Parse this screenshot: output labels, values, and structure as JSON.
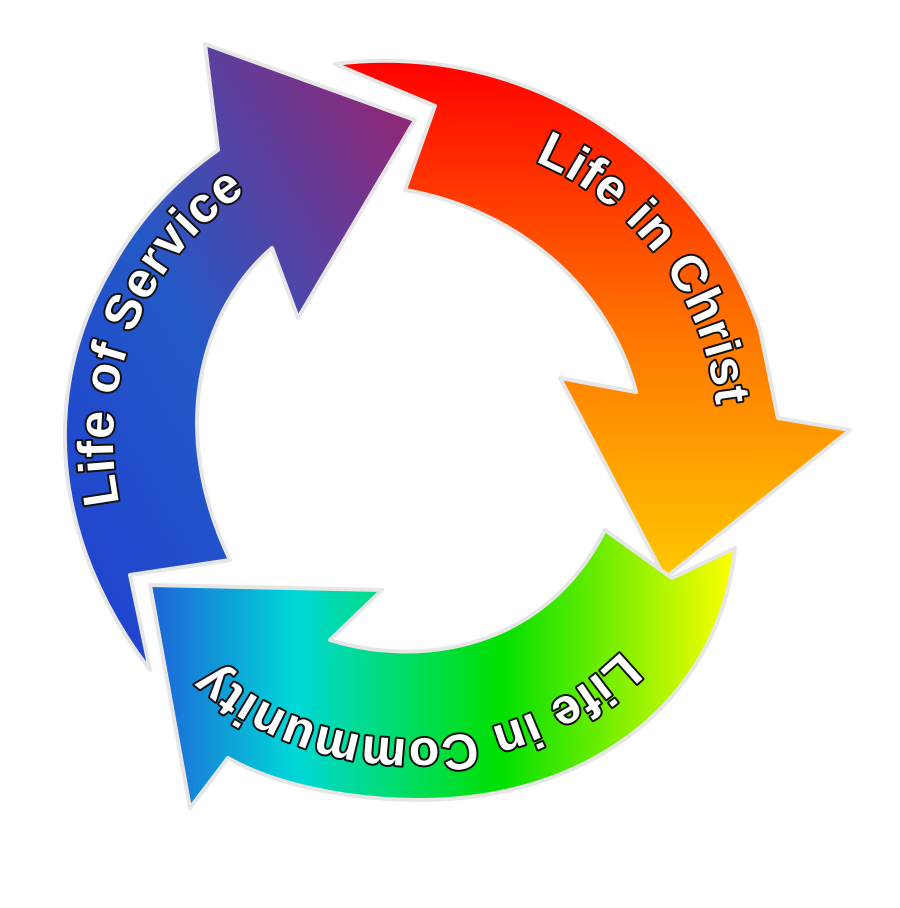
{
  "diagram": {
    "type": "cycle",
    "background_color": "#ffffff",
    "outline_color": "#e6e6e6",
    "arrows": [
      {
        "label": "Life in Christ",
        "colors": [
          "#ff0000",
          "#ff7a00",
          "#ffc800"
        ]
      },
      {
        "label": "Life in Community",
        "colors": [
          "#ffff00",
          "#00e000",
          "#00d8d8"
        ]
      },
      {
        "label": "Life of Service",
        "colors": [
          "#1e3fd0",
          "#2459c8",
          "#a0206a"
        ]
      }
    ]
  }
}
